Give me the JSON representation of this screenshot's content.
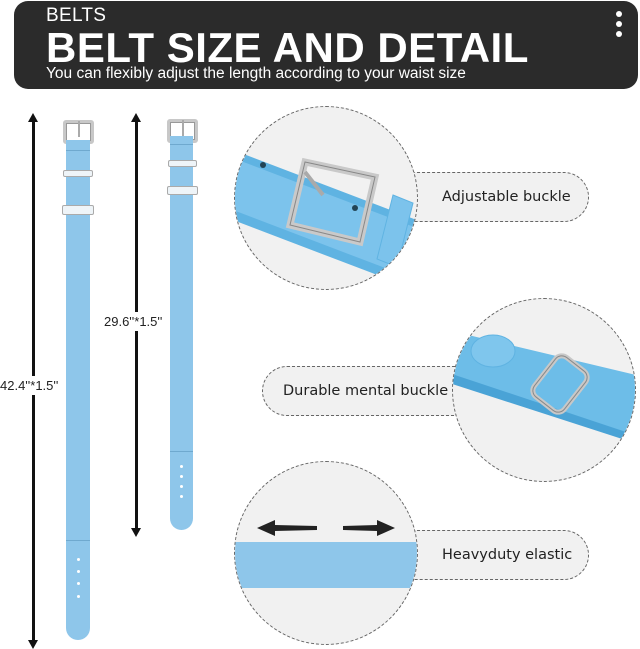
{
  "header": {
    "kicker": "BELTS",
    "title": "BELT SIZE AND DETAIL",
    "subtitle": "You can flexibly adjust the length according to your waist size",
    "menu_icon": "more-vertical-icon",
    "background": "#2b2b2b"
  },
  "belts": [
    {
      "id": "long",
      "dimension": "42.4''*1.5''",
      "holes": 4
    },
    {
      "id": "short",
      "dimension": "29.6''*1.5''",
      "holes": 4
    }
  ],
  "features": [
    {
      "label": "Adjustable buckle",
      "image": "buckle-closeup"
    },
    {
      "label": "Durable mental buckle",
      "image": "slider-buckle-closeup"
    },
    {
      "label": "Heavyduty elastic",
      "image": "elastic-stretch-closeup"
    }
  ],
  "colors": {
    "belt": "#8ec6ea",
    "belt_dark": "#5fb3e2",
    "panel": "#f1f1f1",
    "text": "#222222"
  }
}
